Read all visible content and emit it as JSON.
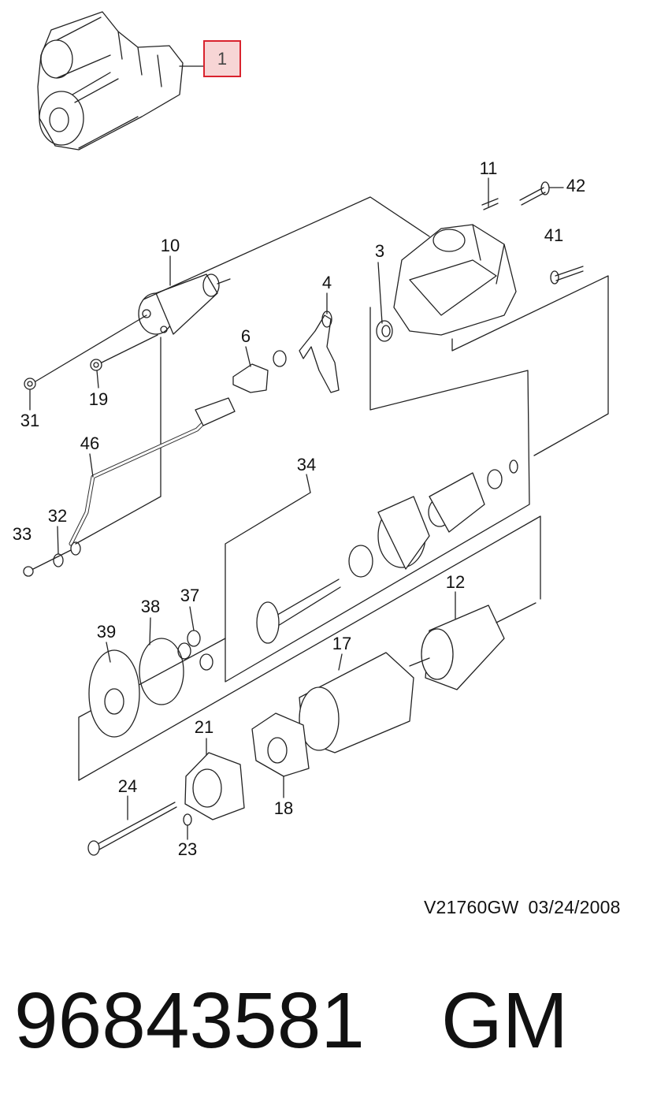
{
  "diagram": {
    "highlighted_callout": "1",
    "callouts": [
      {
        "id": "c10",
        "label": "10"
      },
      {
        "id": "c11",
        "label": "11"
      },
      {
        "id": "c42",
        "label": "42"
      },
      {
        "id": "c3",
        "label": "3"
      },
      {
        "id": "c41",
        "label": "41"
      },
      {
        "id": "c4",
        "label": "4"
      },
      {
        "id": "c6",
        "label": "6"
      },
      {
        "id": "c31",
        "label": "31"
      },
      {
        "id": "c19",
        "label": "19"
      },
      {
        "id": "c46",
        "label": "46"
      },
      {
        "id": "c34",
        "label": "34"
      },
      {
        "id": "c32",
        "label": "32"
      },
      {
        "id": "c33",
        "label": "33"
      },
      {
        "id": "c12",
        "label": "12"
      },
      {
        "id": "c37",
        "label": "37"
      },
      {
        "id": "c38",
        "label": "38"
      },
      {
        "id": "c39",
        "label": "39"
      },
      {
        "id": "c17",
        "label": "17"
      },
      {
        "id": "c21",
        "label": "21"
      },
      {
        "id": "c24",
        "label": "24"
      },
      {
        "id": "c18",
        "label": "18"
      },
      {
        "id": "c23",
        "label": "23"
      }
    ],
    "ref_code": "V21760GW",
    "ref_date": "03/24/2008"
  },
  "footer": {
    "part_number": "96843581",
    "brand": "GM"
  },
  "colors": {
    "highlight_fill": "#f7d5d5",
    "highlight_border": "#d9232e",
    "line": "#222222"
  }
}
